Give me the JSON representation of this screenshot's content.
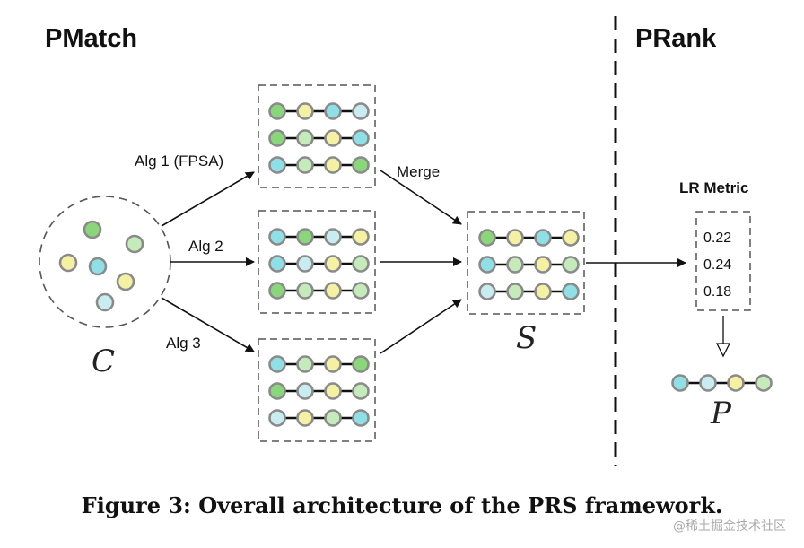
{
  "headings": {
    "left": "PMatch",
    "right": "PRank"
  },
  "edges": {
    "alg1": "Alg 1 (FPSA)",
    "alg2": "Alg 2",
    "alg3": "Alg 3",
    "merge": "Merge"
  },
  "symbols": {
    "candidates": "C",
    "set": "S",
    "result": "P"
  },
  "metric": {
    "title": "LR Metric",
    "values": [
      "0.22",
      "0.24",
      "0.18"
    ]
  },
  "caption": "Figure 3: Overall architecture of the PRS framework.",
  "watermark": "@稀土掘金技术社区",
  "colors": {
    "green": "#8ad67a",
    "yellow": "#f4f1a2",
    "cyan": "#8fe0e6",
    "light_cyan": "#c8ecef",
    "light_green": "#c6ebbb",
    "node_stroke": "#8a8a8a",
    "line": "#111111"
  },
  "candidate_dots": [
    "green",
    "light_green",
    "yellow",
    "cyan",
    "yellow",
    "light_cyan"
  ],
  "boxes": {
    "alg1": [
      [
        "green",
        "yellow",
        "cyan",
        "light_cyan"
      ],
      [
        "green",
        "light_green",
        "yellow",
        "cyan"
      ],
      [
        "cyan",
        "light_green",
        "yellow",
        "green"
      ]
    ],
    "alg2": [
      [
        "cyan",
        "green",
        "light_cyan",
        "yellow"
      ],
      [
        "cyan",
        "light_cyan",
        "yellow",
        "light_green"
      ],
      [
        "green",
        "light_green",
        "yellow",
        "light_green"
      ]
    ],
    "alg3": [
      [
        "cyan",
        "light_green",
        "yellow",
        "green"
      ],
      [
        "green",
        "light_cyan",
        "yellow",
        "light_green"
      ],
      [
        "light_cyan",
        "yellow",
        "light_green",
        "cyan"
      ]
    ],
    "merged": [
      [
        "green",
        "yellow",
        "cyan",
        "yellow"
      ],
      [
        "cyan",
        "light_green",
        "yellow",
        "light_green"
      ],
      [
        "light_cyan",
        "light_green",
        "yellow",
        "cyan"
      ]
    ],
    "result": [
      [
        "cyan",
        "light_cyan",
        "yellow",
        "light_green"
      ]
    ]
  }
}
